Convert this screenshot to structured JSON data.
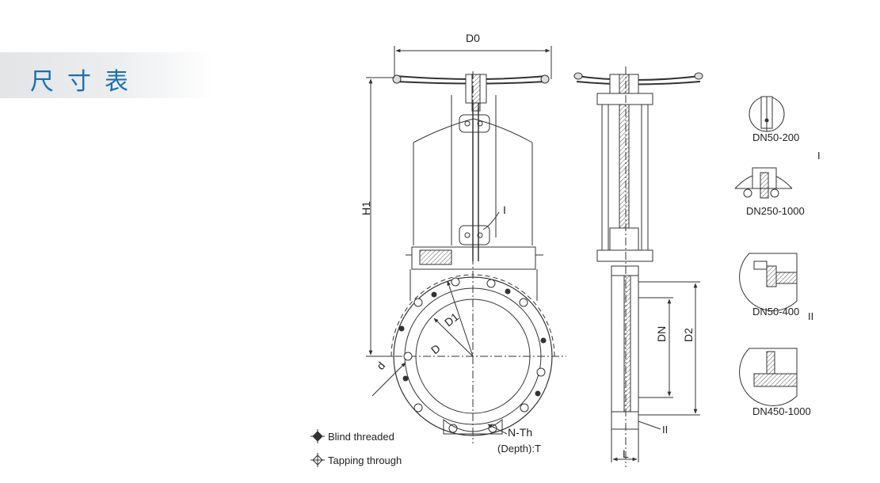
{
  "page": {
    "title": "尺寸表"
  },
  "dimensions": {
    "d0": "D0",
    "h1": "H1",
    "d1": "D1",
    "d": "D",
    "d_small": "d",
    "dn": "DN",
    "d2": "D2",
    "l": "L",
    "n_th": "N-Th",
    "depth": "(Depth):T"
  },
  "detail_markers": {
    "i": "I",
    "ii": "II"
  },
  "details": [
    {
      "label": "DN50-200"
    },
    {
      "label": "DN250-1000"
    },
    {
      "label": "DN50-400"
    },
    {
      "label": "DN450-1000"
    }
  ],
  "legend": [
    {
      "label": "Blind threaded"
    },
    {
      "label": "Tapping through"
    }
  ],
  "colors": {
    "title": "#1a6fb0",
    "line": "#333333",
    "banner": "#e6e8ea"
  }
}
